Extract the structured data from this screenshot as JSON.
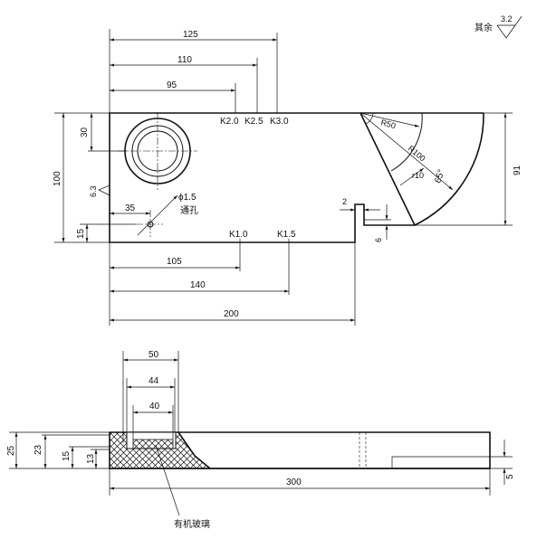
{
  "roughness_note": {
    "label": "其余",
    "value": "3.2"
  },
  "top_view": {
    "dims_top": [
      "125",
      "110",
      "95"
    ],
    "k_top": [
      "K2.0",
      "K2.5",
      "K3.0"
    ],
    "k_bottom": [
      "K1.0",
      "K1.5"
    ],
    "dims_bottom": [
      "105",
      "140",
      "200"
    ],
    "dim_30": "30",
    "dim_100": "100",
    "dim_15": "15",
    "dim_35": "35",
    "roughness_side": "6.3",
    "hole_dia": "ϕ1.5",
    "hole_note": "通孔",
    "r50": "R50",
    "r100": "R100",
    "r10": "r10",
    "angle": "65°",
    "dim_91": "91",
    "dim_2": "2",
    "dim_6": "6"
  },
  "side_view": {
    "dim_50": "50",
    "dim_44": "44",
    "dim_40": "40",
    "dim_25": "25",
    "dim_23": "23",
    "dim_15": "15",
    "dim_13": "13",
    "dim_300": "300",
    "dim_5": "5",
    "material_note": "有机玻璃"
  }
}
